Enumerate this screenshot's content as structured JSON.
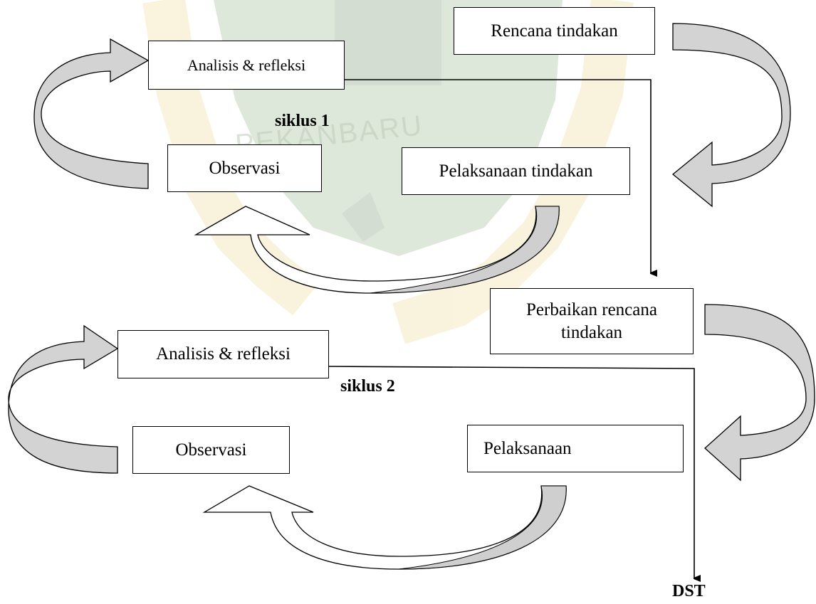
{
  "diagram": {
    "cycle1": {
      "label": "siklus 1",
      "rencana": "Rencana tindakan",
      "analisis": "Analisis & refleksi",
      "observasi": "Observasi",
      "pelaksanaan": "Pelaksanaan tindakan"
    },
    "cycle2": {
      "label": "siklus 2",
      "perbaikan": "Perbaikan rencana tindakan",
      "analisis": "Analisis & refleksi",
      "observasi": "Observasi",
      "pelaksanaan": "Pelaksanaan"
    },
    "end_label": "DST"
  },
  "watermark": {
    "text": "PEKANBARU",
    "colors": {
      "green": "#6e9a5a",
      "gold": "#e8c76a",
      "dark": "#3f6a34"
    }
  }
}
